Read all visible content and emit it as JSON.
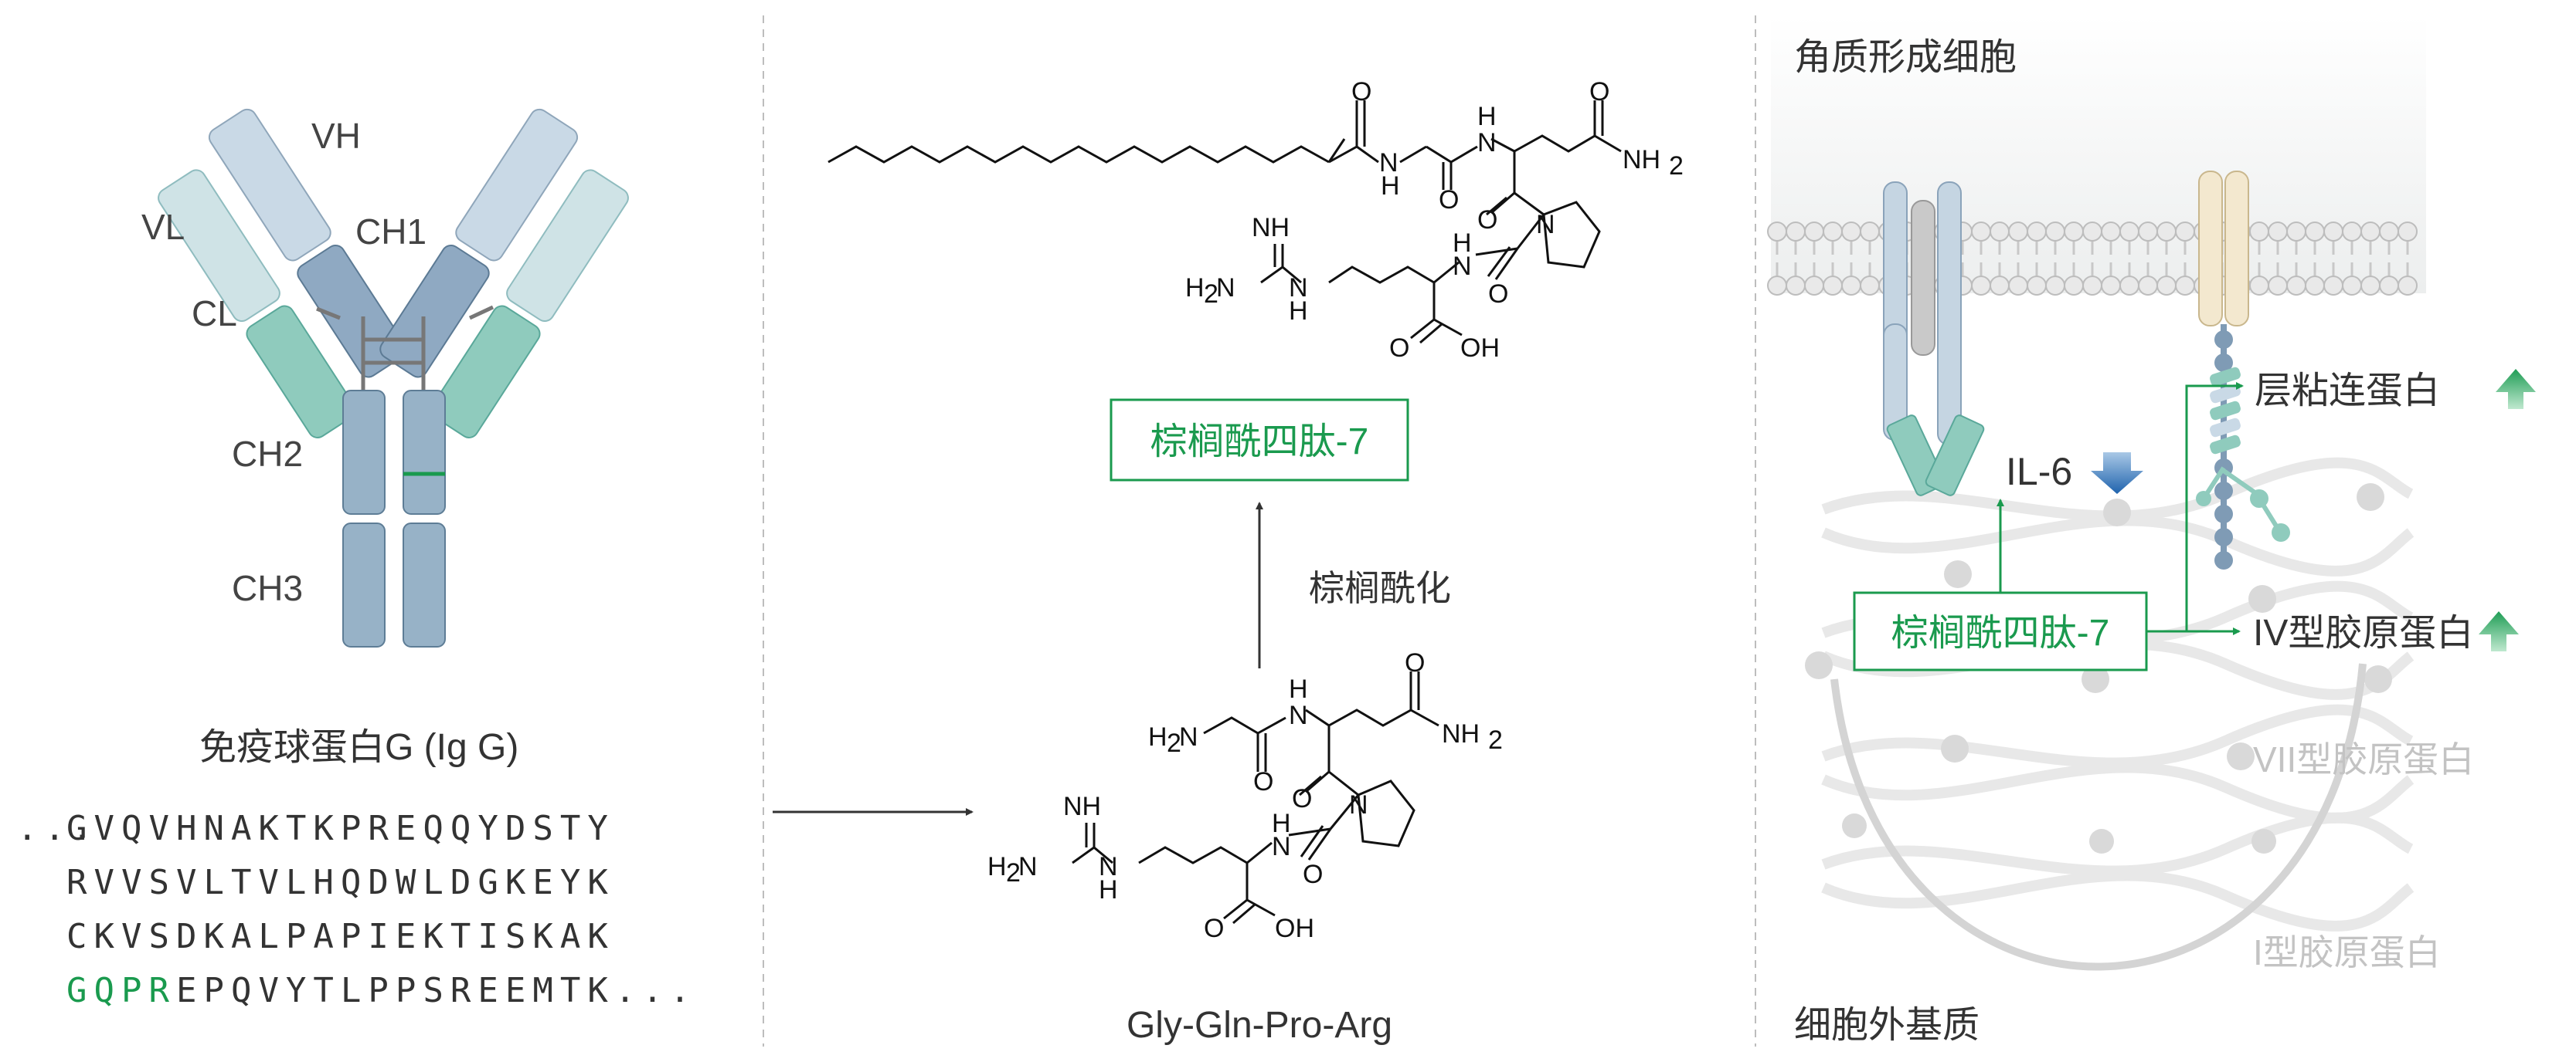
{
  "antibody": {
    "labels": {
      "vh": "VH",
      "vl": "VL",
      "ch1": "CH1",
      "cl": "CL",
      "ch2": "CH2",
      "ch3": "CH3"
    },
    "caption": "免疫球蛋白G (Ig G)",
    "sequence": {
      "line1": "GVQVHNAKTKPREQQYDSTY",
      "line2": "RVVSVLTVLHQDWLDGKEYK",
      "line3": "CKVSDKALPAPIEKTISKAK",
      "line4_highlight": "GQPR",
      "line4_rest": "EPQVYTLPPSREEMTK",
      "ellipsis": "..."
    }
  },
  "chemistry": {
    "product_label": "棕榈酰四肽-7",
    "reaction_label": "棕榈酰化",
    "substrate_caption": "Gly-Gln-Pro-Arg",
    "atoms": {
      "O": "O",
      "H": "H",
      "N": "N",
      "NH": "NH",
      "NH2": "NH",
      "sub2": "2",
      "H2N": "H",
      "OH": "OH"
    }
  },
  "skin": {
    "top_label": "角质形成细胞",
    "bottom_label": "细胞外基质",
    "il6": "IL-6",
    "peptide_label": "棕榈酰四肽-7",
    "laminin": "层粘连蛋白",
    "col4": "IV型胶原蛋白",
    "col7": "VII型胶原蛋白",
    "col1": "I型胶原蛋白"
  },
  "colors": {
    "accent_green": "#1a9a4e",
    "down_blue": "#2d79c0",
    "up_green": "#2fb46c",
    "domain_dark": "#93afc6",
    "domain_light": "#c5dbe3",
    "domain_teal": "#86c9bb"
  }
}
